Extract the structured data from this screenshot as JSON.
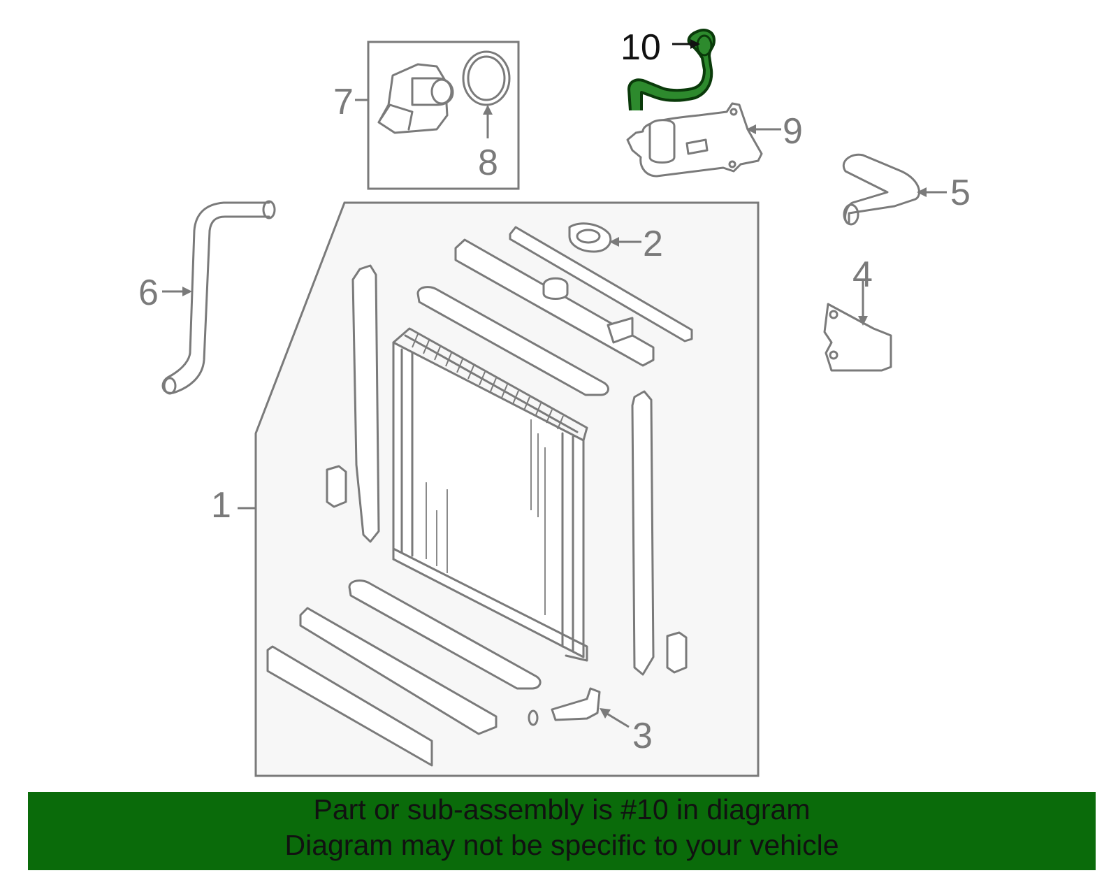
{
  "callouts": [
    {
      "number": "1",
      "part": "radiator-assembly"
    },
    {
      "number": "2",
      "part": "radiator-cap"
    },
    {
      "number": "3",
      "part": "drain-cock"
    },
    {
      "number": "4",
      "part": "bracket"
    },
    {
      "number": "5",
      "part": "lower-hose"
    },
    {
      "number": "6",
      "part": "upper-hose"
    },
    {
      "number": "7",
      "part": "thermostat-housing"
    },
    {
      "number": "8",
      "part": "thermostat-gasket"
    },
    {
      "number": "9",
      "part": "water-outlet"
    },
    {
      "number": "10",
      "part": "bypass-hose",
      "highlighted": true
    }
  ],
  "banner": {
    "line1": "Part or sub-assembly is #10 in diagram",
    "line2": "Diagram may not be specific to your vehicle"
  },
  "colors": {
    "highlight": "#0a6b0a",
    "banner": "#0a6b0a",
    "line": "#7a7a7a",
    "panel": "#f7f7f7"
  }
}
